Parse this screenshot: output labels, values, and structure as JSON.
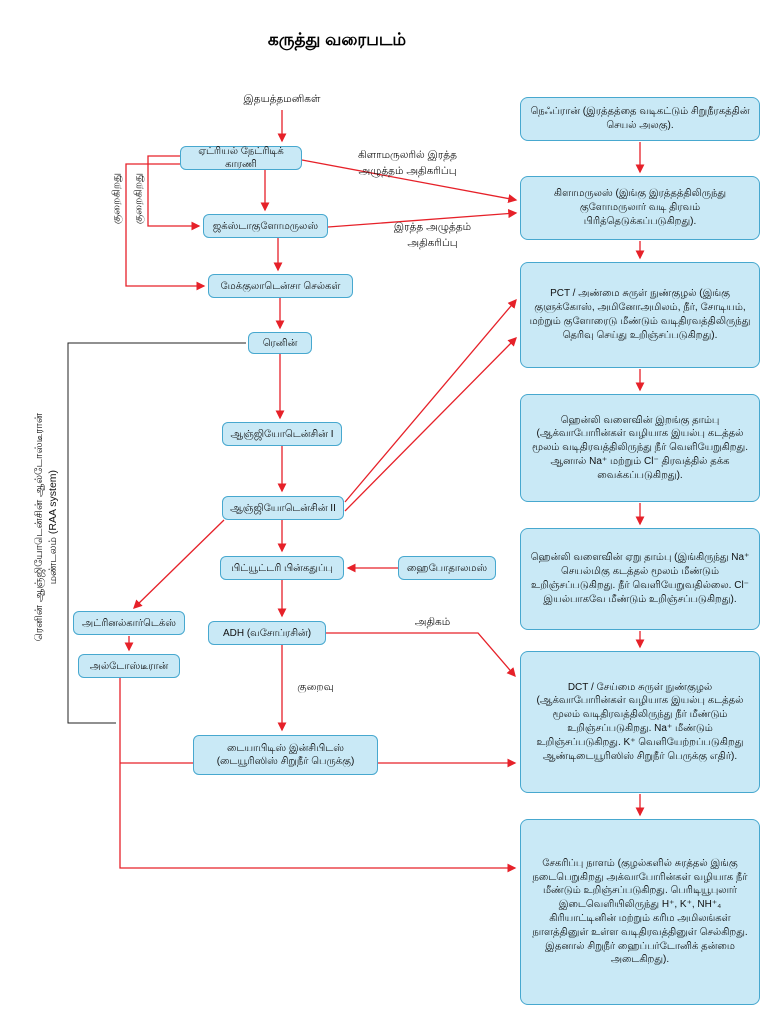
{
  "title": "கருத்து வரைபடம்",
  "colors": {
    "box_fill": "#c9e9f6",
    "box_border": "#47a8cf",
    "arrow_red": "#e62129",
    "bracket_black": "#222222"
  },
  "nodes": {
    "heart": "இதயத்தமனிகள்",
    "anf": "ஏட்ரியல் நேட்ரிடிக் காரணி",
    "jg": "ஜக்ஸ்டாகுளோமருலஸ்",
    "macula": "மேக்குலாடென்சா செல்கள்",
    "renin": "ரெனின்",
    "ang1": "ஆஞ்ஜியோடென்சின் I",
    "ang2": "ஆஞ்ஜியோடென்சின் II",
    "pituitary": "பிட்யூட்டரி பின்கதுப்பு",
    "hypothalamus": "ஹைபோதாலமஸ்",
    "adh": "ADH (வசோப்ரசின்)",
    "adrenal_cortex": "அட்ரினல்கார்டெக்ஸ்",
    "aldosterone": "அல்டோஸ்டீரான்",
    "diabetes_insipidus": "டையாபிடிஸ் இன்சிபிடஸ் (டையூரிஸிஸ் சிறுநீர் பெருக்கு)"
  },
  "edge_labels": {
    "decreases_1": "குறைகிறது",
    "decreases_2": "குறைகிறது",
    "glomerular_bp_increase": "கிளாமருலரில் இரத்த அழுத்தம் அதிகரிப்பு",
    "bp_increase": "இரத்த அழுத்தம் அதிகரிப்பு",
    "high": "அதிகம்",
    "low": "குறைவு"
  },
  "raa_system_label": "ரெனின் ஆஞ்ஜியோடென்சின் ஆல்டோஸ்டீரான் மண்டலம் (RAA system)",
  "nephron_chain": [
    {
      "name": "nephron",
      "text": "நெஃப்ரான் (இரத்தத்தை வடிகட்டும் சிறுநீரகத்தின் செயல் அலகு)."
    },
    {
      "name": "glomerulus",
      "text": "கிளாமருலஸ் (இங்கு இரத்தத்திலிருந்து குளோமருலார் வடி திரவம் பிரித்தெடுக்கப்படுகிறது)."
    },
    {
      "name": "pct",
      "text": "PCT / அண்மை சுருள் நுண்குழல் (இங்கு குளுக்கோஸ், அமினோஅமிலம், நீர், சோடியம், மற்றும் குளோரைடு மீண்டும் வடிதிரவத்திலிருந்து தெரிவு செய்து உறிஞ்சப்படுகிறது)."
    },
    {
      "name": "henle_descending",
      "text": "ஹென்லி வளைவின் இறங்கு தாம்பு (ஆக்வாபோரின்கள் வழியாக இயல்பு கடத்தல் மூலம் வடிதிரவத்திலிருந்து நீர் வெளியேறுகிறது. ஆனால் Na⁺ மற்றும் Cl⁻ திரவத்தில் தக்க வைக்கப்படுகிறது)."
    },
    {
      "name": "henle_ascending",
      "text": "ஹென்லி வளைவின் ஏறு தாம்பு (இங்கிருந்து Na⁺ செயல்மிகு கடத்தல் மூலம் மீண்டும் உறிஞ்சப்படுகிறது. நீர் வெளியேறுவதில்லை. Cl⁻ இயல்பாகவே மீண்டும் உறிஞ்சப்படுகிறது)."
    },
    {
      "name": "dct",
      "text": "DCT / சேய்மை சுருள் நுண்குழல் (ஆக்வாபோரின்கள் வழியாக இயல்பு கடத்தல் மூலம் வடிதிரவத்திலிருந்து நீர் மீண்டும் உறிஞ்சப்படுகிறது. Na⁺ மீண்டும் உறிஞ்சப்படுகிறது. K⁺ வெளியேற்றப்படுகிறது ஆண்டிடையூரிஸிஸ் சிறுநீர் பெருக்கு எதிர்)."
    },
    {
      "name": "collecting_duct",
      "text": "சேகரிப்பு நாளம் (குழல்களில் சுரத்தல் இங்கு நடைபெறுகிறது அக்வாபோரின்கள் வழியாக நீர் மீண்டும் உறிஞ்சப்படுகிறது. பெரிடியூபுலார் இடைவெளியிலிருந்து H⁺, K⁺, NH⁺₄ கிரியாட்டினின் மற்றும் கரிம அமிலங்கள் நாளத்தினுள் உள்ள வடிதிரவத்தினுள் செல்கிறது. இதனால் சிறுநீர் ஹைப்பர்டோனிக் தன்மை அடைகிறது)."
    }
  ]
}
